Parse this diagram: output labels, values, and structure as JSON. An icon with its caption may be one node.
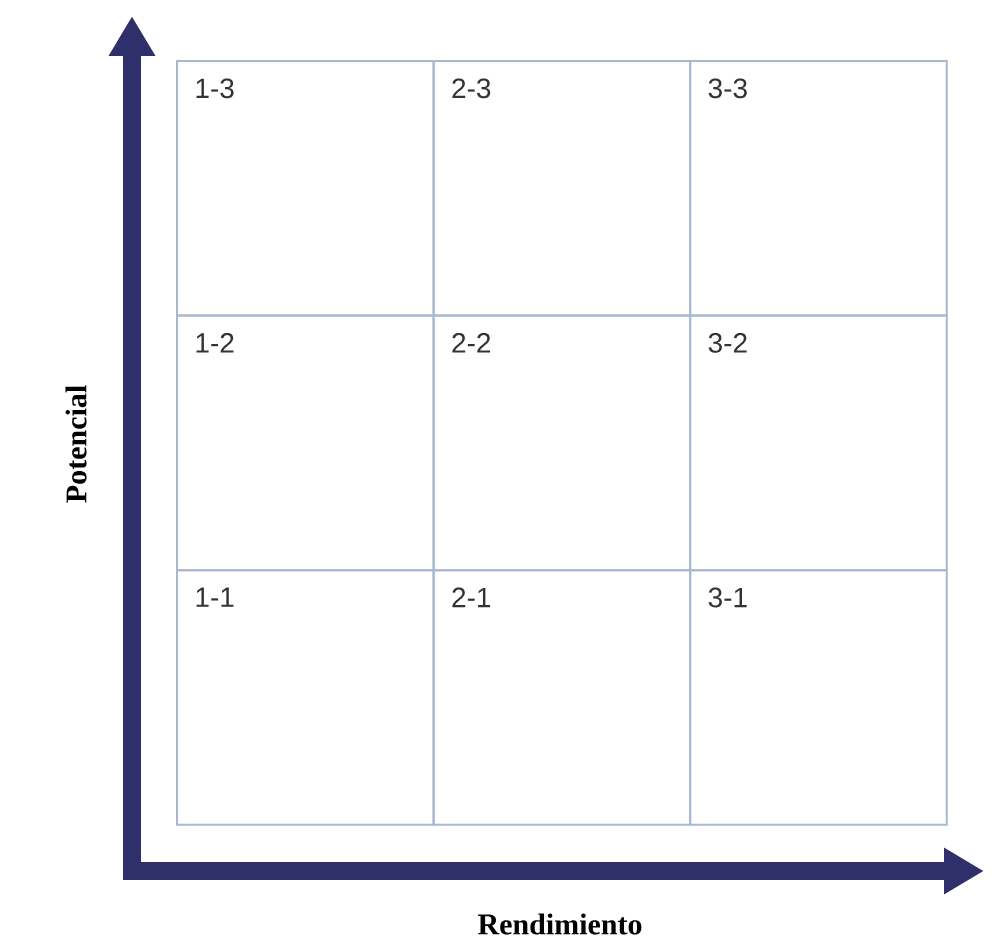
{
  "diagram": {
    "nodes": [
      {
        "text": [
          "1-3"
        ]
      },
      {
        "text": [
          "2-3"
        ]
      },
      {
        "text": [
          "3-3"
        ]
      },
      {
        "text": [
          "1-2"
        ]
      },
      {
        "text": [
          "2-2"
        ]
      },
      {
        "text": [
          "3-2"
        ]
      },
      {
        "text": [
          "1-1"
        ]
      },
      {
        "text": [
          "2-1"
        ]
      },
      {
        "text": [
          "3-1"
        ]
      }
    ],
    "labels": [
      "Potencial",
      "Rendimiento"
    ]
  }
}
